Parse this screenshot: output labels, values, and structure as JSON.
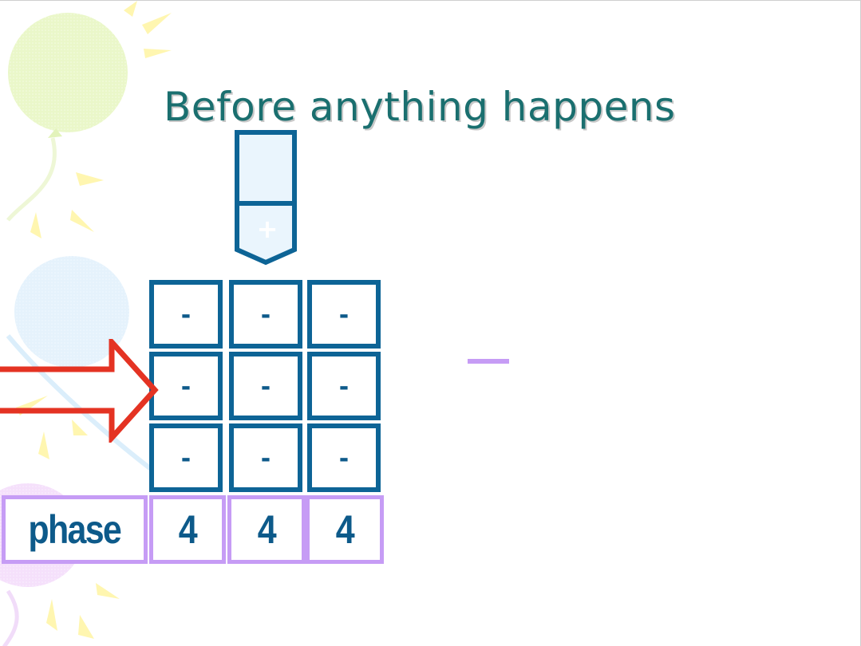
{
  "slide": {
    "title": "Before anything happens"
  },
  "token": {
    "lower_symbol": "+"
  },
  "grid": {
    "rows": [
      [
        "-",
        "-",
        "-"
      ],
      [
        "-",
        "-",
        "-"
      ],
      [
        "-",
        "-",
        "-"
      ]
    ]
  },
  "phase_row": {
    "label": "phase",
    "values": [
      "4",
      "4",
      "4"
    ]
  },
  "colors": {
    "title": "#1a6f6f",
    "grid_border": "#0d6496",
    "phase_border": "#c69cf5",
    "arrow": "#e43323",
    "dash": "#c69cf5"
  }
}
